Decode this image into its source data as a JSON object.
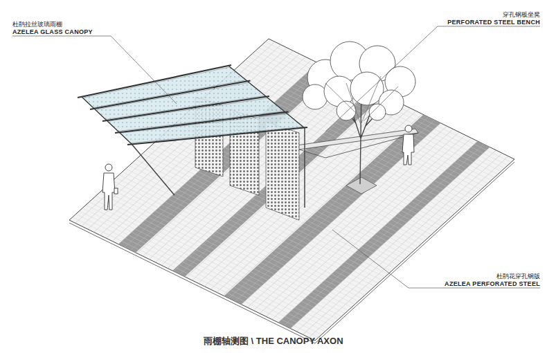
{
  "diagram": {
    "caption": "雨棚轴测图 \\ THE CANOPY AXON",
    "labels": [
      "杜鹃拉丝玻璃雨棚",
      "AZELEA GLASS CANOPY",
      "穿孔钢板坐凳",
      "PERFORATED STEEL BENCH",
      "杜鹃花穿孔钢版",
      "AZELEA PERFORATED STEEL"
    ]
  }
}
